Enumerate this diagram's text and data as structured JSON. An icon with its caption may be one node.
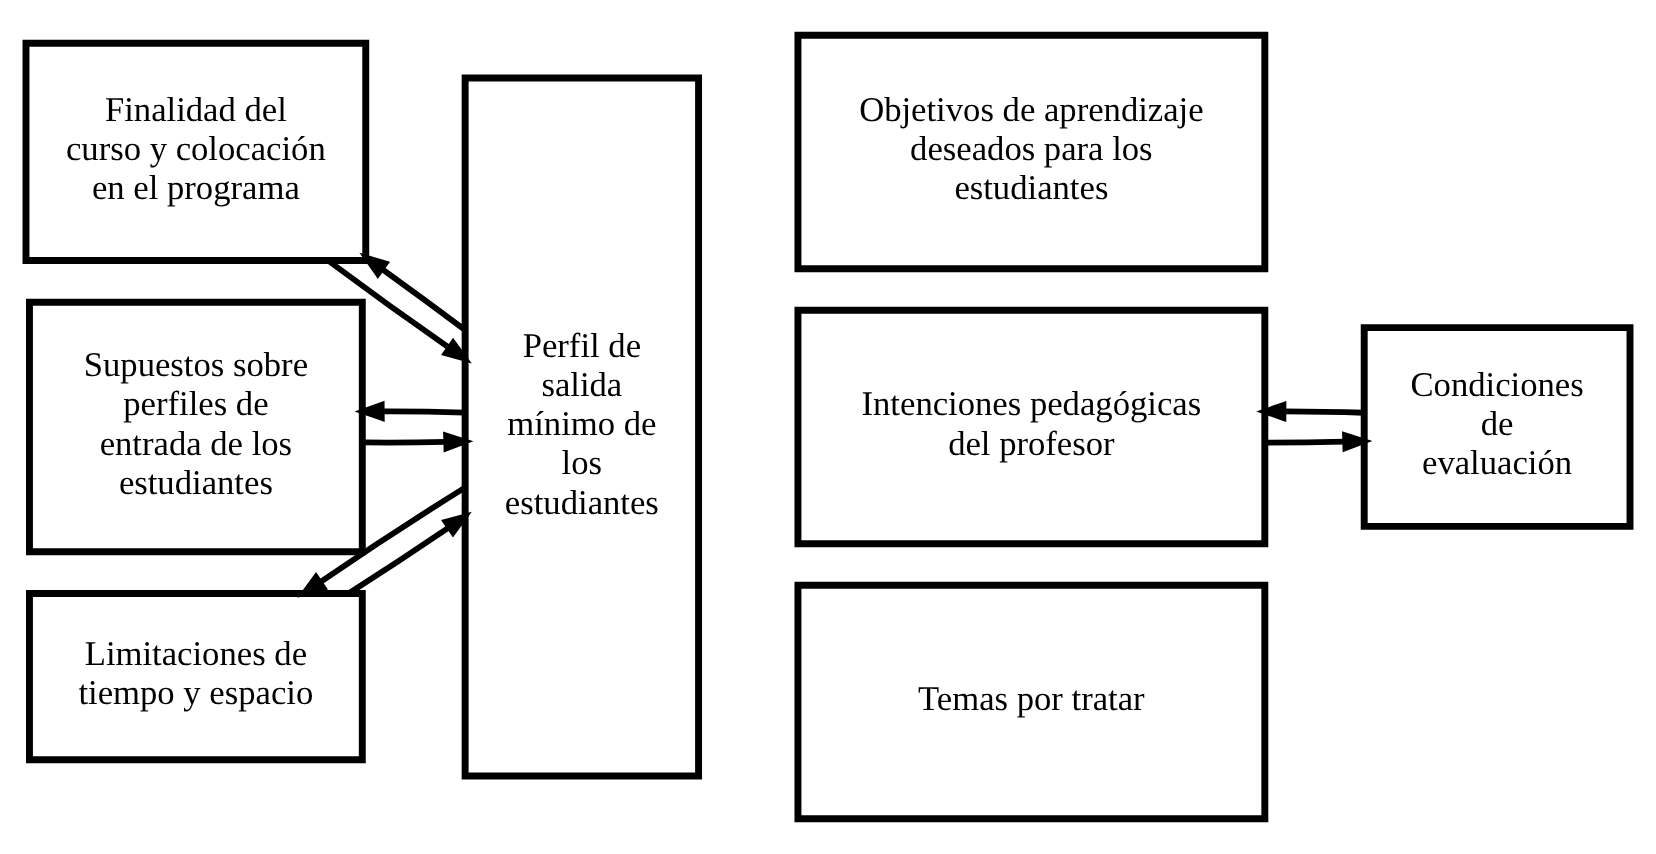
{
  "diagram": {
    "nodes": [
      {
        "text": [
          "Finalidad del curso y colocación en el programa"
        ]
      },
      {
        "text": [
          "Supuestos sobre perfiles de entrada de los estudiantes"
        ]
      },
      {
        "text": [
          "Limitaciones de tiempo y espacio"
        ]
      },
      {
        "text": [
          "Perfil de salida mínimo de los estudiantes"
        ]
      },
      {
        "text": [
          "Objetivos de aprendizaje deseados para los estudiantes"
        ]
      },
      {
        "text": [
          "Intenciones pedagógicas del profesor"
        ]
      },
      {
        "text": [
          "Temas por tratar"
        ]
      },
      {
        "text": [
          "Condiciones de evaluación"
        ]
      }
    ],
    "edges": [
      {
        "from": 0,
        "to": 3,
        "arrow": "to"
      },
      {
        "from": 3,
        "to": 0,
        "arrow": "to"
      },
      {
        "from": 1,
        "to": 3,
        "arrow": "to"
      },
      {
        "from": 3,
        "to": 1,
        "arrow": "to"
      },
      {
        "from": 2,
        "to": 3,
        "arrow": "to"
      },
      {
        "from": 3,
        "to": 2,
        "arrow": "to"
      },
      {
        "from": 5,
        "to": 7,
        "arrow": "to"
      },
      {
        "from": 7,
        "to": 5,
        "arrow": "to"
      }
    ]
  }
}
